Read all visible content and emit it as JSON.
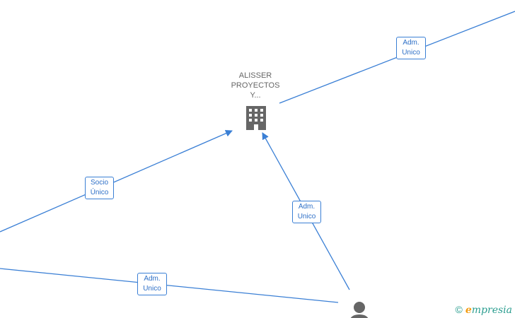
{
  "nodes": {
    "company": {
      "label_lines": [
        "ALISSER",
        "PROYECTOS",
        "Y..."
      ]
    }
  },
  "edges": [
    {
      "id": "edge-top-right",
      "lines": [
        "Adm.",
        "Unico"
      ]
    },
    {
      "id": "edge-socio",
      "lines": [
        "Socio",
        "Único"
      ]
    },
    {
      "id": "edge-person",
      "lines": [
        "Adm.",
        "Unico"
      ]
    },
    {
      "id": "edge-bottom-left",
      "lines": [
        "Adm.",
        "Unico"
      ]
    }
  ],
  "brand": {
    "copyright": "©",
    "e": "e",
    "rest": "mpresia"
  },
  "colors": {
    "edge": "#3a7fd5",
    "node_icon": "#666666",
    "brand_accent": "#f39c12",
    "brand_text": "#2a9d8f"
  }
}
